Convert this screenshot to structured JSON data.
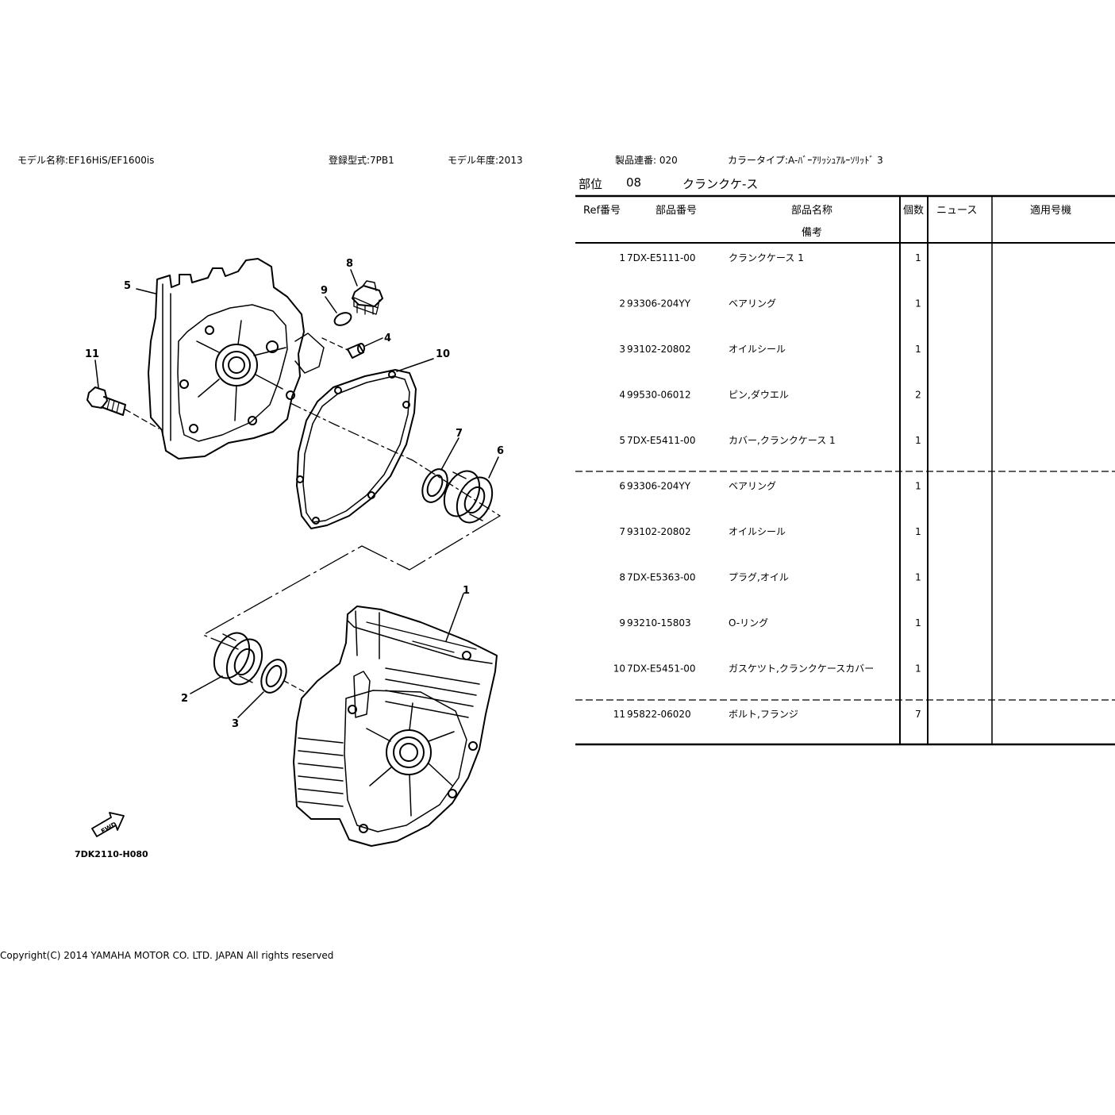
{
  "header": {
    "model_name": "モデル名称:EF16HiS/EF1600is",
    "registration": "登録型式:7PB1",
    "model_year": "モデル年度:2013",
    "serial": "製品連番: 020",
    "color_type": "カラータイプ:A-ﾊﾞｰｱﾘｯｼｭｱﾙｰｿﾘｯﾄﾞ 3"
  },
  "section": {
    "label": "部位",
    "number": "08",
    "name": "クランクケ-ス"
  },
  "table": {
    "headers": {
      "ref": "Ref番号",
      "part_no": "部品番号",
      "part_name": "部品名称",
      "remarks": "備考",
      "qty": "個数",
      "news": "ニュース",
      "applicable": "適用号機"
    },
    "rows": [
      {
        "ref": "1",
        "part_no": "7DX-E5111-00",
        "name": "クランクケース 1",
        "qty": "1"
      },
      {
        "ref": "2",
        "part_no": "93306-204YY",
        "name": "ベアリング",
        "qty": "1"
      },
      {
        "ref": "3",
        "part_no": "93102-20802",
        "name": "オイルシール",
        "qty": "1"
      },
      {
        "ref": "4",
        "part_no": "99530-06012",
        "name": "ピン,ダウエル",
        "qty": "2"
      },
      {
        "ref": "5",
        "part_no": "7DX-E5411-00",
        "name": "カバー,クランクケース 1",
        "qty": "1"
      },
      {
        "ref": "6",
        "part_no": "93306-204YY",
        "name": "ベアリング",
        "qty": "1"
      },
      {
        "ref": "7",
        "part_no": "93102-20802",
        "name": "オイルシール",
        "qty": "1"
      },
      {
        "ref": "8",
        "part_no": "7DX-E5363-00",
        "name": "プラグ,オイル",
        "qty": "1"
      },
      {
        "ref": "9",
        "part_no": "93210-15803",
        "name": "O-リング",
        "qty": "1"
      },
      {
        "ref": "10",
        "part_no": "7DX-E5451-00",
        "name": "ガスケツト,クランクケースカバー",
        "qty": "1"
      },
      {
        "ref": "11",
        "part_no": "95822-06020",
        "name": "ボルト,フランジ",
        "qty": "7"
      }
    ]
  },
  "diagram": {
    "callouts": [
      "1",
      "2",
      "3",
      "4",
      "5",
      "6",
      "7",
      "8",
      "9",
      "10",
      "11"
    ],
    "fwd_label": "FWD",
    "drawing_code": "7DK2110-H080"
  },
  "footer": {
    "copyright": "Copyright(C) 2014 YAMAHA MOTOR CO. LTD. JAPAN All rights reserved"
  }
}
